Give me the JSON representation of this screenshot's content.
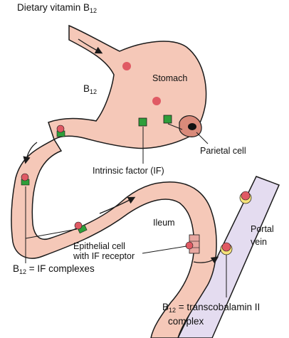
{
  "labels": {
    "dietary": {
      "text": "Dietary vitamin B",
      "sub": "12"
    },
    "b12": {
      "text": "B",
      "sub": "12"
    },
    "stomach": "Stomach",
    "parietal_cell": "Parietal cell",
    "intrinsic_factor": "Intrinsic factor (IF)",
    "ileum": "Ileum",
    "portal_vein_line1": "Portal",
    "portal_vein_line2": "vein",
    "epithelial_line1": "Epithelial cell",
    "epithelial_line2": "with IF receptor",
    "complexes": {
      "pre": "B",
      "sub": "12",
      "post": " = IF complexes"
    },
    "transcobalamin_line1": {
      "pre": "B",
      "sub": "12",
      "post": " = transcobalamin II"
    },
    "transcobalamin_line2": "complex"
  },
  "colors": {
    "tissue": "#f5c8b8",
    "outline": "#1a1a1a",
    "vitamin_b12": "#e05a64",
    "intrinsic_factor": "#2e9e3a",
    "vein": "#e4dcf0",
    "transcobalamin": "#f6e27a",
    "parietal": "#d98a7a"
  }
}
